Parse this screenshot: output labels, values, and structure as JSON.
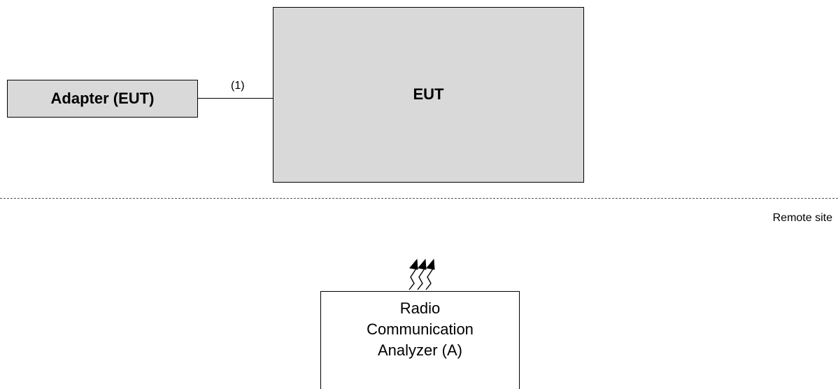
{
  "diagram": {
    "adapter": {
      "label": "Adapter (EUT)"
    },
    "eut": {
      "label": "EUT"
    },
    "connection": {
      "label": "(1)"
    },
    "boundary": {
      "label": "Remote site"
    },
    "analyzer": {
      "label": "Radio\nCommunication\nAnalyzer (A)"
    }
  },
  "colors": {
    "box_fill": "#d9d9d9",
    "line": "#000000",
    "dashed_boundary": "#555555"
  },
  "icons": {
    "antenna": "radio-wave-icon"
  }
}
